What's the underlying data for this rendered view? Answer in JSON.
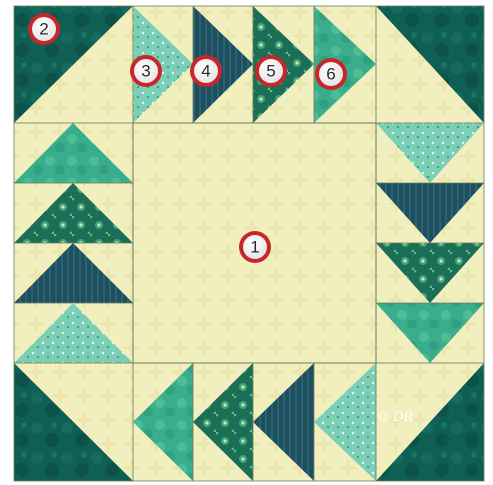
{
  "block": {
    "colors": {
      "cream": "#f1efbd",
      "cream_light": "#f7f5cf",
      "teal_dark": "#0f5f54",
      "teal_mid": "#1e8a74",
      "teal_light": "#55c2a0",
      "seafoam": "#79cdb5",
      "navy_teal": "#1f4f5e",
      "outline": "#6c7a5a"
    },
    "markers": [
      {
        "label": "1",
        "piece": "center-square"
      },
      {
        "label": "2",
        "piece": "corner-triangle"
      },
      {
        "label": "3",
        "piece": "goose-seafoam-dots"
      },
      {
        "label": "4",
        "piece": "goose-navy-stripe"
      },
      {
        "label": "5",
        "piece": "goose-floral-green"
      },
      {
        "label": "6",
        "piece": "goose-teal-mottled"
      }
    ],
    "credit": "© DR"
  }
}
